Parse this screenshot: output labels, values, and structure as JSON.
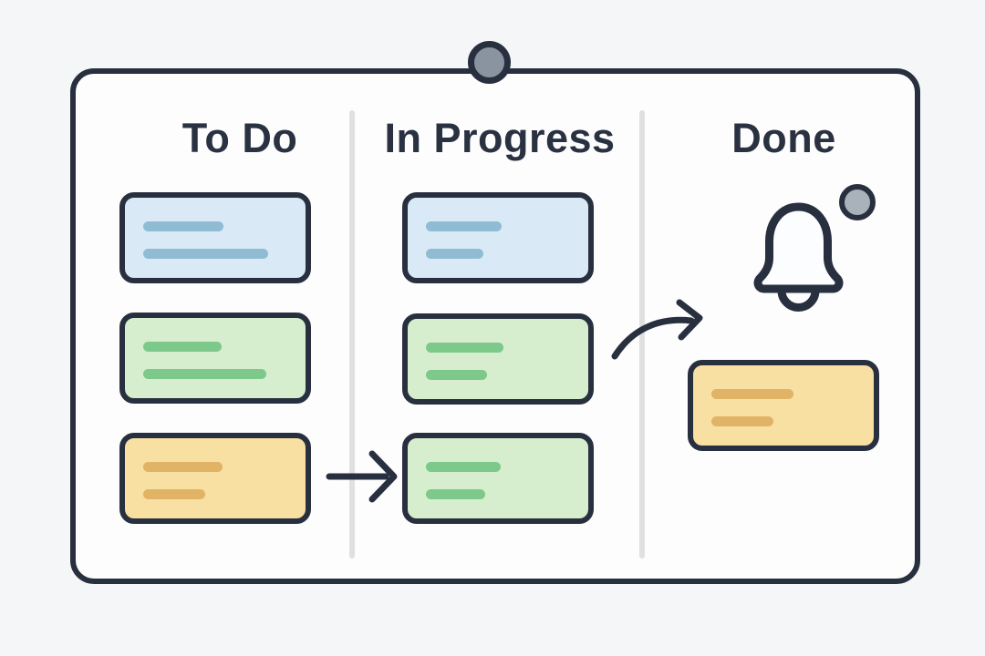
{
  "board": {
    "columns": [
      {
        "id": "todo",
        "label": "To Do",
        "cards": [
          {
            "type": "blue",
            "lines": [
              88,
              137
            ]
          },
          {
            "type": "green",
            "lines": [
              86,
              135
            ]
          },
          {
            "type": "yellow",
            "lines": [
              87,
              68
            ]
          }
        ]
      },
      {
        "id": "in-progress",
        "label": "In Progress",
        "cards": [
          {
            "type": "blue",
            "lines": [
              83,
              63
            ]
          },
          {
            "type": "green",
            "lines": [
              85,
              67
            ]
          },
          {
            "type": "green",
            "lines": [
              82,
              65
            ]
          }
        ]
      },
      {
        "id": "done",
        "label": "Done",
        "cards": [
          {
            "type": "yellow",
            "lines": [
              90,
              68
            ]
          }
        ]
      }
    ],
    "card_colors": {
      "blue": {
        "fill": "#d9eaf6",
        "line": "#90bcd3"
      },
      "green": {
        "fill": "#d6eecd",
        "line": "#7cc98b"
      },
      "yellow": {
        "fill": "#f8dfa2",
        "line": "#e1b366"
      }
    },
    "icons": {
      "pin": "pushpin",
      "bell": "notification-bell",
      "notification_dot": "notification-dot",
      "arrow_todo_to_inprogress": "arrow-right",
      "arrow_inprogress_to_done": "curved-arrow-up-right"
    },
    "colors": {
      "outline": "#28303f",
      "background": "#f4f6f8",
      "board_fill": "#fdfdfe",
      "divider": "#dfe0e2",
      "pin_fill": "#8a93a0",
      "dot_fill": "#a9b1ba",
      "header_text": "#2a3241"
    }
  }
}
